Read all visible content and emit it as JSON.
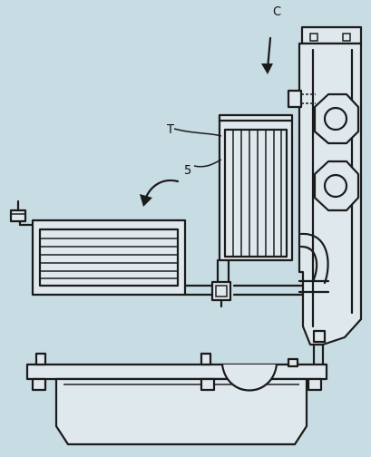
{
  "labels": {
    "view": "C",
    "part_t": "T",
    "part_5": "5"
  }
}
